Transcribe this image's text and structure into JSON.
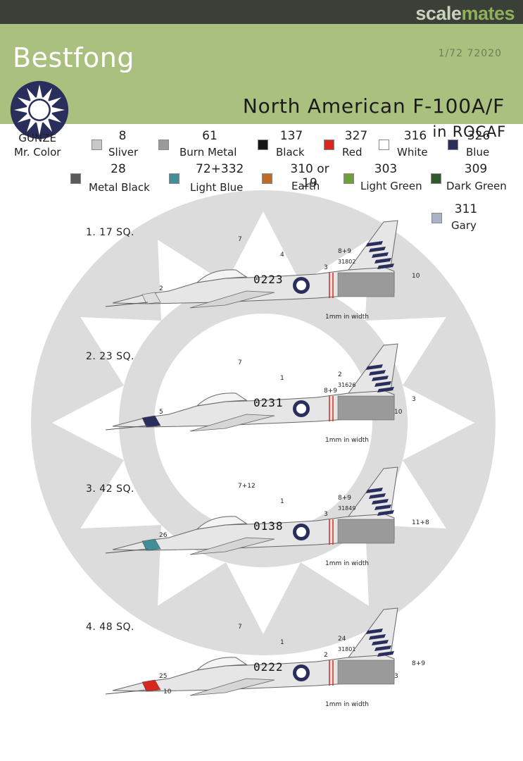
{
  "watermark": {
    "part1": "scale",
    "part2": "mates"
  },
  "header": {
    "brand": "Bestfong",
    "kit_code": "1/72   72020",
    "title": "North American F-100A/F",
    "subtitle": "in ROCAF"
  },
  "colors_legend": {
    "title_line1": "GUNZE",
    "title_line2": "Mr. Color",
    "items": [
      {
        "number": "8",
        "name": "Sliver",
        "hex": "#c8c8c8"
      },
      {
        "number": "61",
        "name": "Burn Metal",
        "hex": "#9a9a9a"
      },
      {
        "number": "137",
        "name": "Black",
        "hex": "#161616"
      },
      {
        "number": "327",
        "name": "Red",
        "hex": "#d8281e"
      },
      {
        "number": "316",
        "name": "White",
        "hex": "#ffffff"
      },
      {
        "number": "326",
        "name": "Blue",
        "hex": "#2a2e5c"
      },
      {
        "number": "28",
        "name": "Metal Black",
        "hex": "#5a5a5a"
      },
      {
        "number": "72+332",
        "name": "Light Blue",
        "hex": "#3f8e98"
      },
      {
        "number": "310 or 19",
        "name": "Earth",
        "hex": "#c06a24"
      },
      {
        "number": "303",
        "name": "Light Green",
        "hex": "#6ea03c"
      },
      {
        "number": "309",
        "name": "Dark Green",
        "hex": "#2e5a2a"
      },
      {
        "number": "311",
        "name": "Gary",
        "hex": "#a9b2c6"
      }
    ]
  },
  "profiles": [
    {
      "label": "1. 17 SQ.",
      "serial": "0223",
      "tail_number": "31802",
      "nose_color": "#dddddd",
      "callouts": {
        "c1": "7",
        "c2": "4",
        "c3": "2",
        "c4": "8+9",
        "c5": "3",
        "c6": "10"
      },
      "note": "1mm in width"
    },
    {
      "label": "2. 23 SQ.",
      "serial": "0231",
      "tail_number": "31626",
      "nose_color": "#2a2e5c",
      "callouts": {
        "c1": "7",
        "c2": "1",
        "c3": "5",
        "c4": "2",
        "c5": "8+9",
        "c6": "3",
        "c7": "10"
      },
      "note": "1mm in width"
    },
    {
      "label": "3. 42 SQ.",
      "serial": "0138",
      "tail_number": "31849",
      "nose_color": "#3f8e98",
      "callouts": {
        "c1": "7+12",
        "c2": "1",
        "c3": "26",
        "c4": "8+9",
        "c5": "3",
        "c6": "11+8"
      },
      "note": "1mm in width"
    },
    {
      "label": "4. 48 SQ.",
      "serial": "0222",
      "tail_number": "31801",
      "nose_color": "#d8281e",
      "callouts": {
        "c1": "7",
        "c2": "1",
        "c3": "25",
        "c4": "24",
        "c5": "2",
        "c6": "8+9",
        "c7": "3",
        "c8": "10"
      },
      "note": "1mm in width"
    }
  ]
}
